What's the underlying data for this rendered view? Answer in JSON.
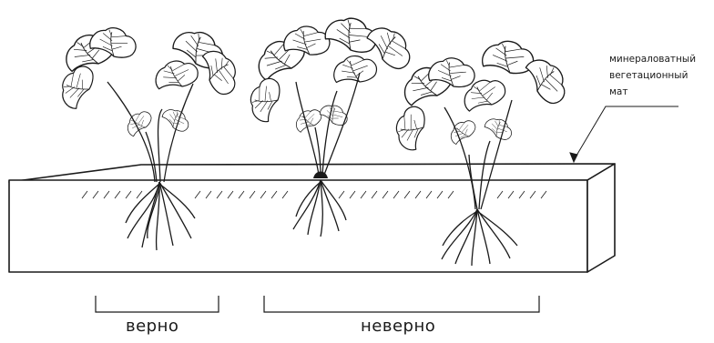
{
  "callout": {
    "line1": "минераловатный",
    "line2": "вегетационный",
    "line3": "мат"
  },
  "captions": {
    "correct": "верно",
    "incorrect": "неверно"
  },
  "colors": {
    "ink": "#1a1a1a",
    "background": "#ffffff"
  }
}
